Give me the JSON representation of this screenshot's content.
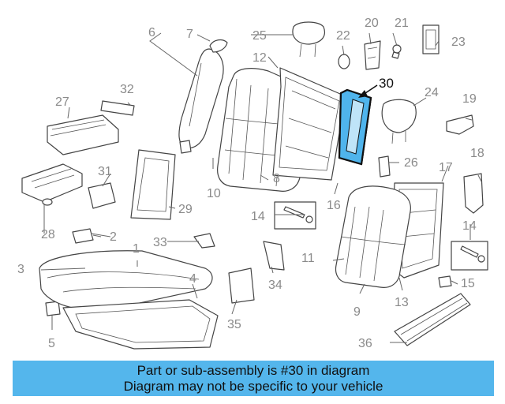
{
  "diagram": {
    "highlight_color": "#4fb4ec",
    "callouts": [
      "1",
      "2",
      "3",
      "4",
      "5",
      "6",
      "7",
      "8",
      "9",
      "10",
      "11",
      "12",
      "13",
      "14",
      "14",
      "15",
      "16",
      "17",
      "18",
      "19",
      "20",
      "21",
      "22",
      "23",
      "24",
      "25",
      "26",
      "27",
      "28",
      "29",
      "30",
      "31",
      "32",
      "33",
      "34",
      "35",
      "36"
    ]
  },
  "banner": {
    "line1": "Part or sub-assembly is #30 in diagram",
    "line2": "Diagram may not be specific to your vehicle",
    "color": "#54b6ec"
  }
}
